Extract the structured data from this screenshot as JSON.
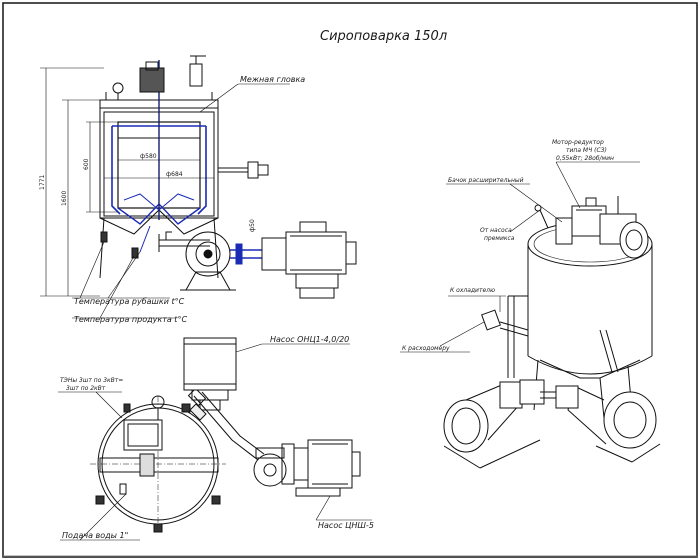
{
  "title": "Сироповарка 150л",
  "labels": {
    "heat_jacket": "Межная гловка",
    "temp_jacket": "Температура рубашки t°C",
    "temp_product": "Температура продукта t°C",
    "motor_reducer_1": "Мотор-редуктор",
    "motor_reducer_2": "типа МЧ (СЗ)",
    "motor_reducer_3": "0,55кВт; 28об/мин",
    "expansion_tank": "Бачок расширительный",
    "from_pump_1": "От насоса",
    "from_pump_2": "премикса",
    "to_cooler": "К охладителю",
    "to_dispenser": "К расходомеру",
    "pump_onc": "Насос ОНЦ1-4,0/20",
    "pump_cnsh": "Насос ЦНШ-5",
    "heaters_1": "ТЭНы 3шт по 3кВт=",
    "heaters_2": "3шт по 2кВт",
    "water_inlet": "Подача воды 1\""
  },
  "dimensions": {
    "total_height": "1771",
    "body_height": "1600",
    "inner_height": "600",
    "inner_diameter": "ф580",
    "outer_diameter": "ф684",
    "pipe_diameter": "ф50"
  }
}
